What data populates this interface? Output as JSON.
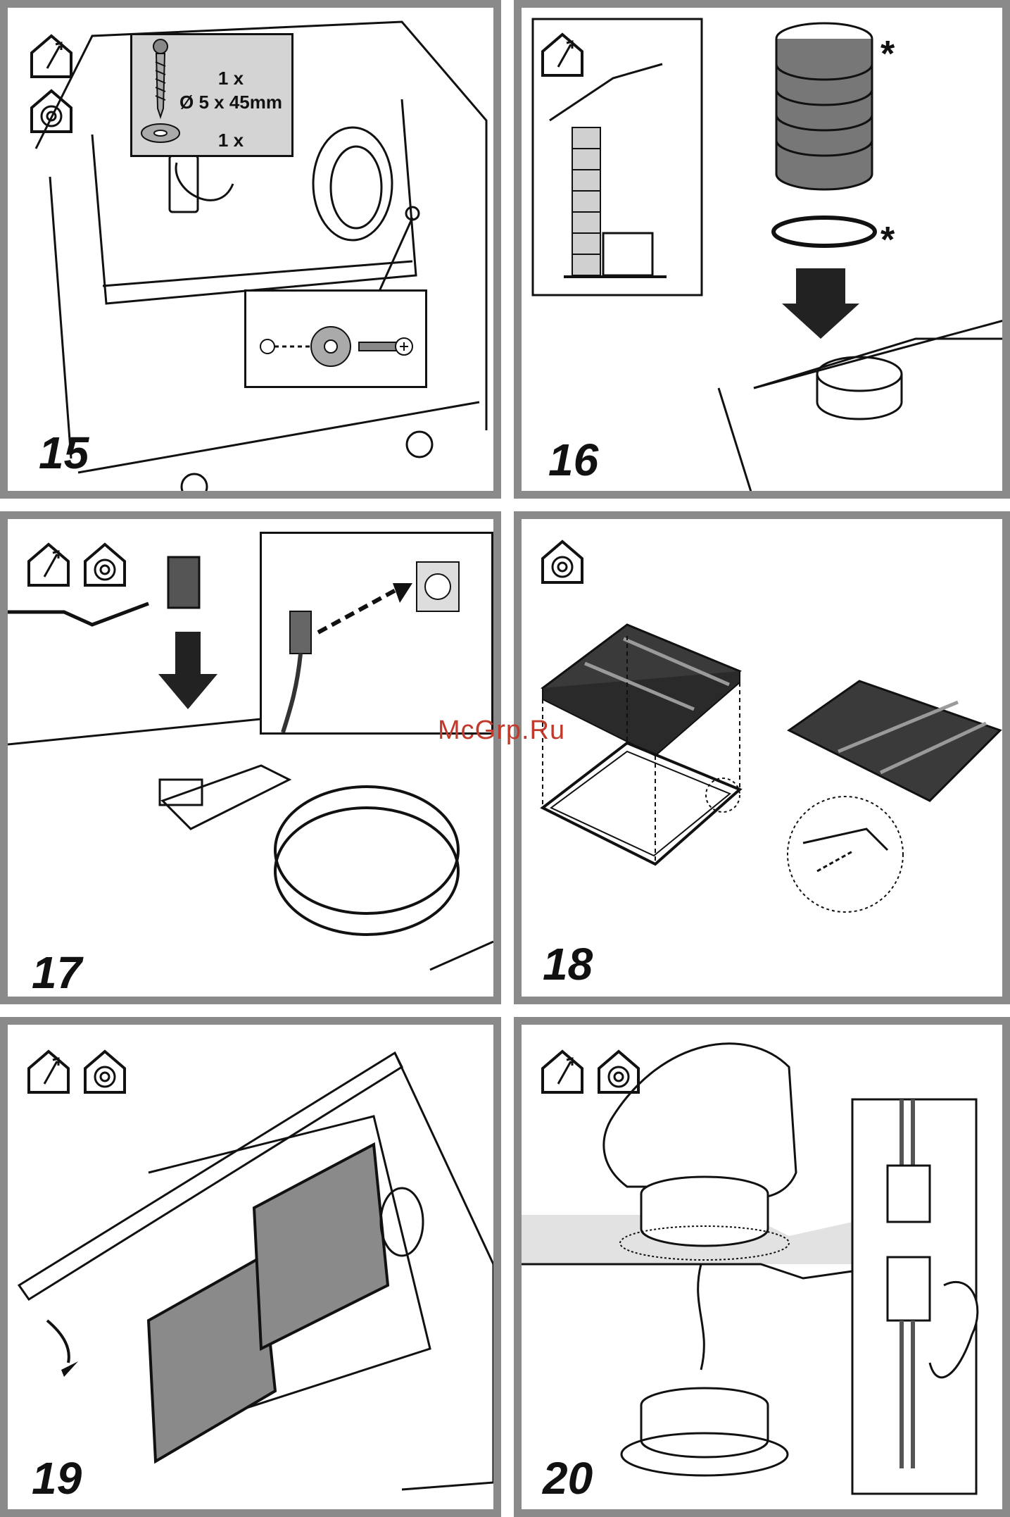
{
  "panels": [
    {
      "step": "15",
      "icons": [
        "ducted-extraction-icon",
        "recirculation-icon"
      ],
      "callout": {
        "screw_qty": "1 x",
        "screw_spec": "Ø 5 x 45mm",
        "washer_qty": "1 x"
      }
    },
    {
      "step": "16",
      "icons": [
        "ducted-extraction-icon"
      ],
      "asterisk": "*"
    },
    {
      "step": "17",
      "icons": [
        "ducted-extraction-icon",
        "recirculation-icon"
      ]
    },
    {
      "step": "18",
      "icons": [
        "recirculation-icon"
      ]
    },
    {
      "step": "19",
      "icons": [
        "ducted-extraction-icon",
        "recirculation-icon"
      ]
    },
    {
      "step": "20",
      "icons": [
        "ducted-extraction-icon",
        "recirculation-icon"
      ]
    }
  ],
  "watermark": "McGrp.Ru",
  "colors": {
    "frame": "#8a8a8a",
    "watermark": "#c0392b",
    "filter_dark": "#3a3a3a",
    "filter_gray": "#9a9a9a"
  }
}
